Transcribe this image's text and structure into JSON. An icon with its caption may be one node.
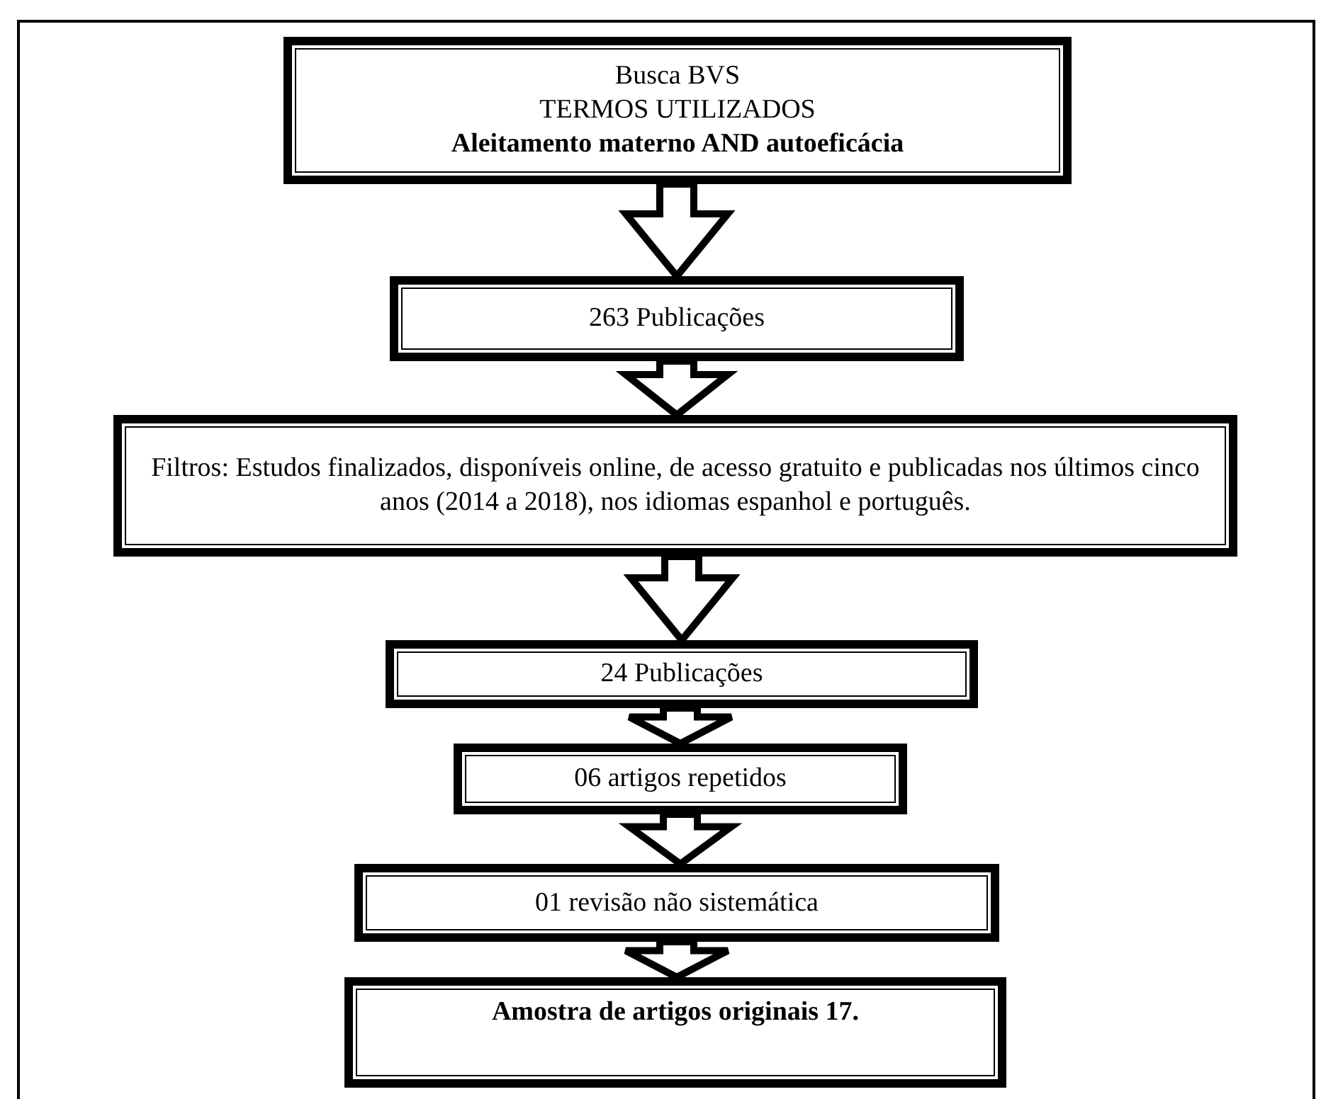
{
  "diagram": {
    "nodes": [
      {
        "text": [
          "Busca BVS",
          "TERMOS UTILIZADOS",
          "Aleitamento materno AND autoeficácia"
        ]
      },
      {
        "text": [
          "263 Publicações"
        ]
      },
      {
        "text": [
          "Filtros: Estudos finalizados, disponíveis online, de acesso gratuito e publicadas nos últimos cinco anos (2014 a 2018), nos idiomas espanhol e português."
        ]
      },
      {
        "text": [
          "24 Publicações"
        ]
      },
      {
        "text": [
          "06 artigos repetidos"
        ]
      },
      {
        "text": [
          "01 revisão não sistemática"
        ]
      },
      {
        "text": [
          "Amostra de artigos originais 17."
        ]
      }
    ],
    "edges": [
      {
        "from": 0,
        "to": 1,
        "arrow": "to"
      },
      {
        "from": 1,
        "to": 2,
        "arrow": "to"
      },
      {
        "from": 2,
        "to": 3,
        "arrow": "to"
      },
      {
        "from": 3,
        "to": 4,
        "arrow": "to"
      },
      {
        "from": 4,
        "to": 5,
        "arrow": "to"
      },
      {
        "from": 5,
        "to": 6,
        "arrow": "to"
      }
    ]
  }
}
